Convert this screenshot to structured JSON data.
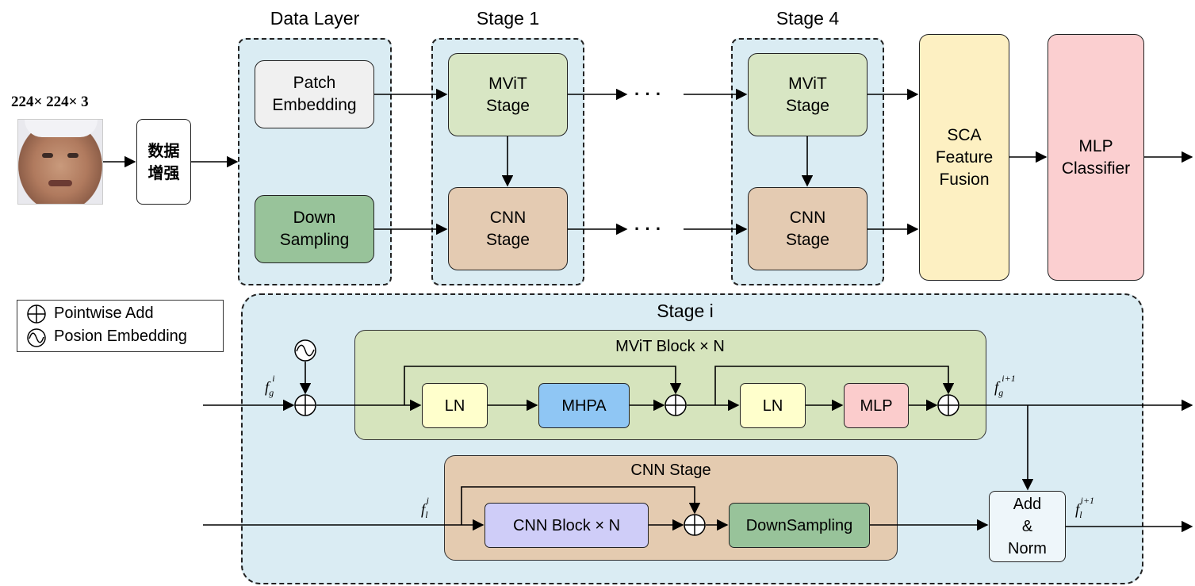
{
  "input": {
    "dims": "224× 224× 3"
  },
  "augment": {
    "label": "数据\n增强"
  },
  "top": {
    "data_layer": {
      "title": "Data Layer",
      "patch_embedding": "Patch\nEmbedding",
      "down_sampling": "Down\nSampling"
    },
    "stage1": {
      "title": "Stage 1",
      "mvit": "MViT\nStage",
      "cnn": "CNN\nStage"
    },
    "stage4": {
      "title": "Stage 4",
      "mvit": "MViT\nStage",
      "cnn": "CNN\nStage"
    },
    "ellipsis": "· · ·",
    "sca": "SCA\nFeature\nFusion",
    "mlp": "MLP\nClassifier"
  },
  "legend": {
    "add": "Pointwise Add",
    "pos": "Posion Embedding"
  },
  "stage_i": {
    "title": "Stage i",
    "mvit_block": {
      "title": "MViT Block × N",
      "ln1": "LN",
      "mhpa": "MHPA",
      "ln2": "LN",
      "mlp": "MLP"
    },
    "cnn_stage": {
      "title": "CNN Stage",
      "cnn_block": "CNN Block × N",
      "downsampling": "DownSampling"
    },
    "add_norm": "Add\n&\nNorm",
    "symbols": {
      "f": "f",
      "g": "g",
      "l": "l",
      "i": "i",
      "i_plus_1": "i+1"
    }
  },
  "colors": {
    "container_bg": "#daecf3",
    "patch": "#f0f0f0",
    "down": "#98c39a",
    "mvit": "#d8e6c4",
    "cnn": "#e4cbb2",
    "sca": "#fdf0c2",
    "mlp_cls": "#fbcfd0",
    "mvit_block_bg": "#d6e4bd",
    "cnn_stage_bg": "#e4cbb0",
    "ln": "#ffffcc",
    "mhpa": "#8fc6f4",
    "mlp": "#fbcccc",
    "cnn_block": "#cfcdf8",
    "downsampling": "#98c39a"
  }
}
